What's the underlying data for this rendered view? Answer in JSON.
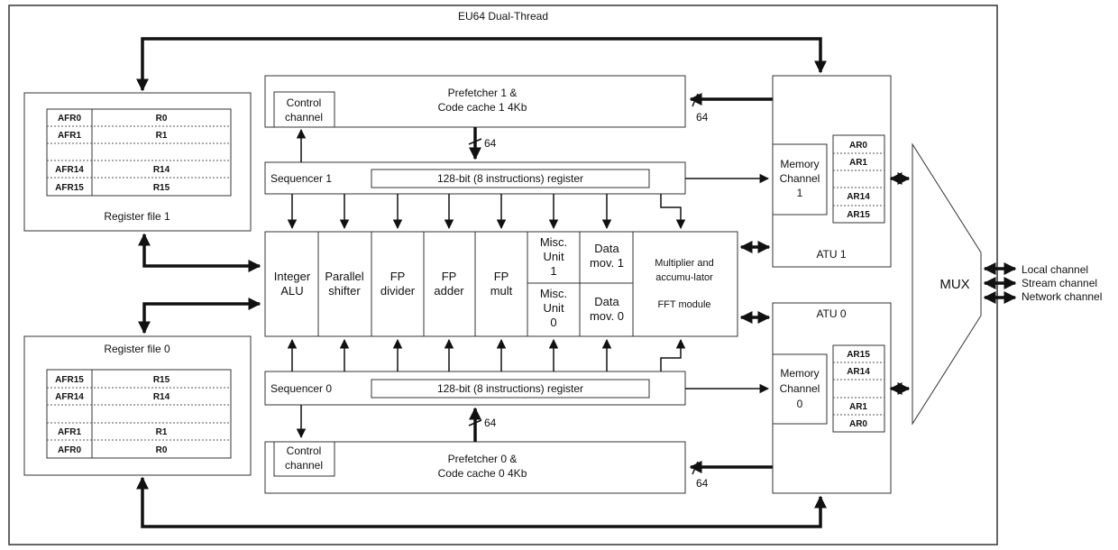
{
  "title": "EU64 Dual-Thread",
  "register_file_1": {
    "label": "Register file 1",
    "rows": [
      [
        "AFR0",
        "R0"
      ],
      [
        "AFR1",
        "R1"
      ],
      [
        "",
        ""
      ],
      [
        "AFR14",
        "R14"
      ],
      [
        "AFR15",
        "R15"
      ]
    ]
  },
  "register_file_0": {
    "label": "Register file 0",
    "rows": [
      [
        "AFR15",
        "R15"
      ],
      [
        "AFR14",
        "R14"
      ],
      [
        "",
        ""
      ],
      [
        "AFR1",
        "R1"
      ],
      [
        "AFR0",
        "R0"
      ]
    ]
  },
  "prefetcher_1": {
    "line1": "Prefetcher 1 &",
    "line2": "Code cache 1 4Kb",
    "control": [
      "Control",
      "channel"
    ]
  },
  "prefetcher_0": {
    "line1": "Prefetcher 0 &",
    "line2": "Code cache 0 4Kb",
    "control": [
      "Control",
      "channel"
    ]
  },
  "sequencer_1": {
    "label": "Sequencer 1",
    "register": "128-bit (8 instructions) register"
  },
  "sequencer_0": {
    "label": "Sequencer 0",
    "register": "128-bit (8 instructions) register"
  },
  "bus_width": "64",
  "units": {
    "integer_alu": [
      "Integer",
      "ALU"
    ],
    "parallel_shifter": [
      "Parallel",
      "shifter"
    ],
    "fp_divider": [
      "FP",
      "divider"
    ],
    "fp_adder": [
      "FP",
      "adder"
    ],
    "fp_mult": [
      "FP",
      "mult"
    ],
    "misc_unit_1": [
      "Misc.",
      "Unit",
      "1"
    ],
    "misc_unit_0": [
      "Misc.",
      "Unit",
      "0"
    ],
    "data_mov_1": [
      "Data",
      "mov. 1"
    ],
    "data_mov_0": [
      "Data",
      "mov. 0"
    ],
    "mac": [
      "Multiplier and",
      "accumu-lator",
      "FFT module"
    ]
  },
  "atu_1": {
    "label": "ATU 1",
    "memory": [
      "Memory",
      "Channel",
      "1"
    ],
    "regs": [
      "AR0",
      "AR1",
      "",
      "AR14",
      "AR15"
    ]
  },
  "atu_0": {
    "label": "ATU 0",
    "memory": [
      "Memory",
      "Channel",
      "0"
    ],
    "regs": [
      "AR15",
      "AR14",
      "",
      "AR1",
      "AR0"
    ]
  },
  "mux": "MUX",
  "channels": [
    "Local channel",
    "Stream channel",
    "Network channel"
  ]
}
